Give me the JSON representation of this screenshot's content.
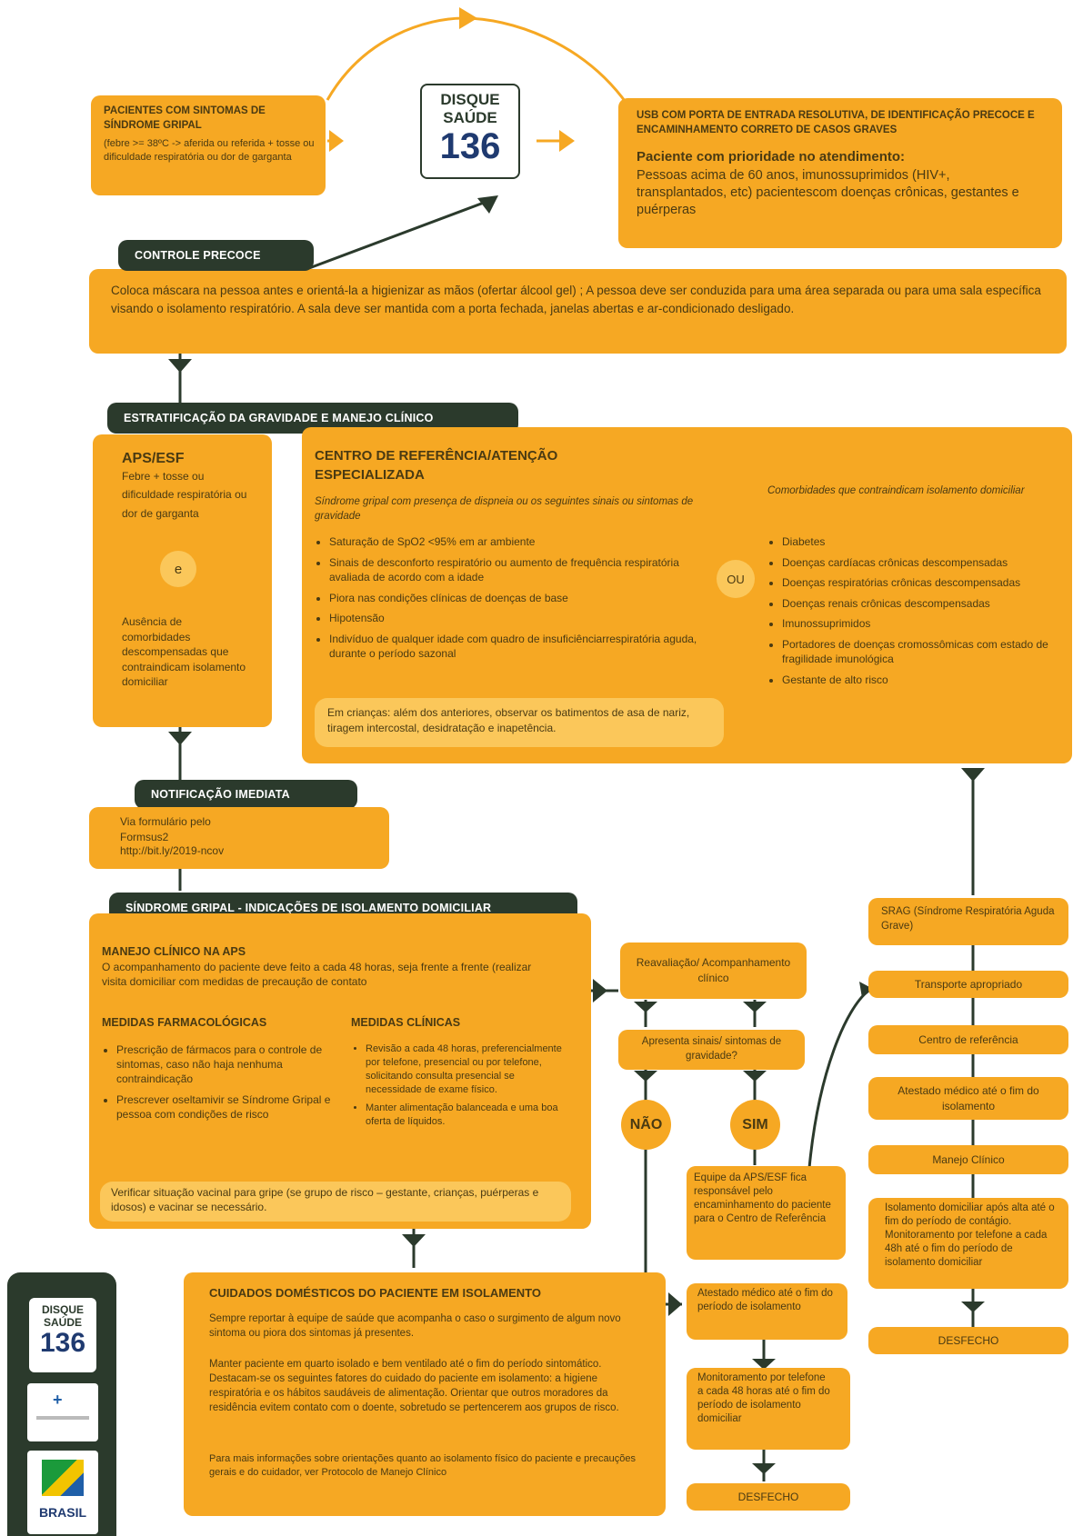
{
  "header_logo": {
    "line1": "DISQUE",
    "line2": "SAÚDE",
    "number": "136"
  },
  "patients": {
    "title": "PACIENTES COM SINTOMAS DE SÍNDROME GRIPAL",
    "text": "(febre >= 38ºC -> aferida ou referida + tosse ou dificuldade respiratória ou dor de garganta"
  },
  "usb": {
    "title": "USB COM PORTA DE ENTRADA RESOLUTIVA, DE IDENTIFICAÇÃO PRECOCE E ENCAMINHAMENTO CORRETO DE CASOS GRAVES",
    "priority_title": "Paciente com prioridade no atendimento:",
    "priority_text": "Pessoas acima de 60 anos, imunossuprimidos (HIV+, transplantados, etc) pacientescom doenças crônicas, gestantes e puérperas"
  },
  "controle": {
    "tag": "CONTROLE PRECOCE",
    "text": "Coloca máscara na pessoa antes e orientá-la a higienizar as mãos (ofertar álcool gel) ; A pessoa deve ser conduzida para uma área separada ou para uma sala específica visando o isolamento respiratório. A sala deve ser mantida com a porta fechada, janelas abertas e ar-condicionado desligado."
  },
  "estratificacao": {
    "tag": "ESTRATIFICAÇÃO DA GRAVIDADE E MANEJO CLÍNICO"
  },
  "aps": {
    "title": "APS/ESF",
    "text1": "Febre + tosse ou dificuldade respiratória ou dor de garganta",
    "connector": "e",
    "text2": "Ausência de comorbidades descompensadas que contraindicam isolamento domiciliar"
  },
  "centro": {
    "title": "CENTRO DE REFERÊNCIA/ATENÇÃO ESPECIALIZADA",
    "intro": "Síndrome gripal com presença de dispneia ou os seguintes sinais ou sintomas de gravidade",
    "items": [
      "Saturação de SpO2 <95% em ar ambiente",
      "Sinais de desconforto respiratório ou aumento de frequência respiratória avaliada de acordo com a idade",
      "Piora nas condições clínicas de doenças de base",
      "Hipotensão",
      "Indivíduo de qualquer idade com quadro de insuficiênciarrespiratória aguda, durante o período sazonal"
    ],
    "children": "Em crianças: além dos anteriores, observar os batimentos de asa de nariz, tiragem intercostal, desidratação e inapetência.",
    "or": "OU",
    "comorb_title": "Comorbidades que contraindicam isolamento domiciliar",
    "comorb_items": [
      "Diabetes",
      "Doenças cardíacas crônicas descompensadas",
      "Doenças respiratórias crônicas descompensadas",
      "Doenças renais crônicas descompensadas",
      "Imunossuprimidos",
      "Portadores de doenças cromossômicas com estado de fragilidade imunológica",
      "Gestante de alto risco"
    ]
  },
  "notificacao": {
    "tag": "NOTIFICAÇÃO IMEDIATA",
    "text1": "Via formulário pelo Formsus2",
    "text2": "http://bit.ly/2019-ncov"
  },
  "sindrome": {
    "tag": "SÍNDROME GRIPAL - INDICAÇÕES DE ISOLAMENTO DOMICILIAR",
    "manejo_title": "MANEJO CLÍNICO NA APS",
    "manejo_text": "O acompanhamento do paciente deve feito a cada 48 horas, seja frente a frente (realizar visita domiciliar com medidas de precaução de contato",
    "farm_title": "MEDIDAS FARMACOLÓGICAS",
    "farm_items": [
      "Prescrição de fármacos para o controle de sintomas, caso não haja nenhuma contraindicação",
      "Prescrever oseltamivir se Síndrome Gripal e pessoa com condições de risco"
    ],
    "clin_title": "MEDIDAS CLÍNICAS",
    "clin_items": [
      "Revisão a cada 48 horas, preferencialmente por telefone, presencial ou por telefone, solicitando consulta presencial se necessidade de exame físico.",
      "Manter alimentação balanceada e uma boa oferta de líquidos."
    ],
    "vacina": "Verificar situação vacinal para gripe (se grupo de risco – gestante, crianças, puérperas e idosos) e vacinar se necessário."
  },
  "cuidados": {
    "title": "CUIDADOS DOMÉSTICOS DO PACIENTE EM ISOLAMENTO",
    "p1": "Sempre reportar à equipe de saúde que acompanha o caso o surgimento de algum novo sintoma ou piora dos sintomas já presentes.",
    "p2": "Manter paciente em quarto isolado e bem ventilado até o fim do período sintomático. Destacam-se os seguintes fatores do cuidado do paciente em isolamento: a higiene respiratória e os hábitos saudáveis de alimentação. Orientar que outros moradores da residência evitem contato com o doente, sobretudo se pertencerem aos grupos de risco.",
    "p3": "Para mais informações sobre orientações quanto ao isolamento físico do paciente e precauções gerais e do cuidador, ver Protocolo de Manejo Clínico"
  },
  "flow_mid": {
    "reavaliacao": "Reavaliação/ Acompanhamento clínico",
    "apresenta": "Apresenta sinais/ sintomas de gravidade?",
    "nao": "NÃO",
    "sim": "SIM",
    "equipe": "Equipe da APS/ESF fica responsável pelo encaminhamento do paciente para o Centro de Referência",
    "atestado": "Atestado médico até o fim do período de isolamento",
    "monitoramento": "Monitoramento por telefone a cada 48 horas até o fim do período de isolamento domiciliar",
    "desfecho": "DESFECHO"
  },
  "flow_right": {
    "srag": "SRAG (Síndrome Respiratória Aguda Grave)",
    "transporte": "Transporte apropriado",
    "centro": "Centro de referência",
    "atestado": "Atestado médico até o fim do isolamento",
    "manejo": "Manejo Clínico",
    "isolamento": "Isolamento domiciliar após alta até o fim do período de contágio. Monitoramento por telefone a cada 48h até o fim do período de isolamento domiciliar",
    "desfecho": "DESFECHO"
  },
  "side_logo": {
    "line1": "DISQUE",
    "line2": "SAÚDE",
    "number": "136",
    "brasil": "BRASIL"
  },
  "colors": {
    "orange": "#f6a823",
    "light_orange": "#fbc75a",
    "dark_green": "#2b3a2c"
  }
}
